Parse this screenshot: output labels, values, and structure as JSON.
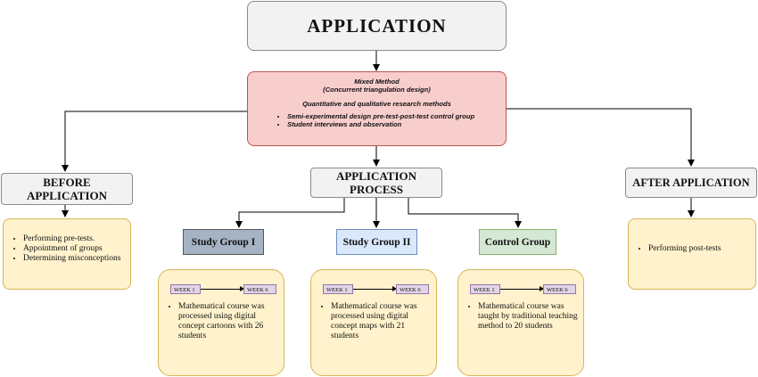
{
  "title": "APPLICATION",
  "method": {
    "heading": "Mixed Method",
    "subheading": "(Concurrent triangulation design)",
    "line": "Quantitative and qualitative research methods",
    "items": [
      "Semi-experimental design pre-test-post-test control group",
      "Student interviews and observation"
    ]
  },
  "before": {
    "label_line1": "BEFORE",
    "label_line2": "APPLICATION",
    "items": [
      "Performing pre-tests.",
      "Appointment of groups",
      "Determining misconceptions"
    ]
  },
  "process": {
    "label_line1": "APPLICATION",
    "label_line2": "PROCESS"
  },
  "after": {
    "label": "AFTER APPLICATION",
    "items": [
      "Performing post-tests"
    ]
  },
  "groups": [
    {
      "label": "Study Group I",
      "week_start": "WEEK 1",
      "week_end": "WEEK 6",
      "text": "Mathematical course was processed using digital concept cartoons with 26 students",
      "color": "#a5b3c4"
    },
    {
      "label": "Study Group II",
      "week_start": "WEEK 1",
      "week_end": "WEEK 6",
      "text": "Mathematical course was processed using digital concept maps with 21 students",
      "color": "#dae8fc"
    },
    {
      "label": "Control Group",
      "week_start": "WEEK 1",
      "week_end": "WEEK 6",
      "text": "Mathematical course was taught by traditional teaching method to 20 students",
      "color": "#d5e8d4"
    }
  ]
}
